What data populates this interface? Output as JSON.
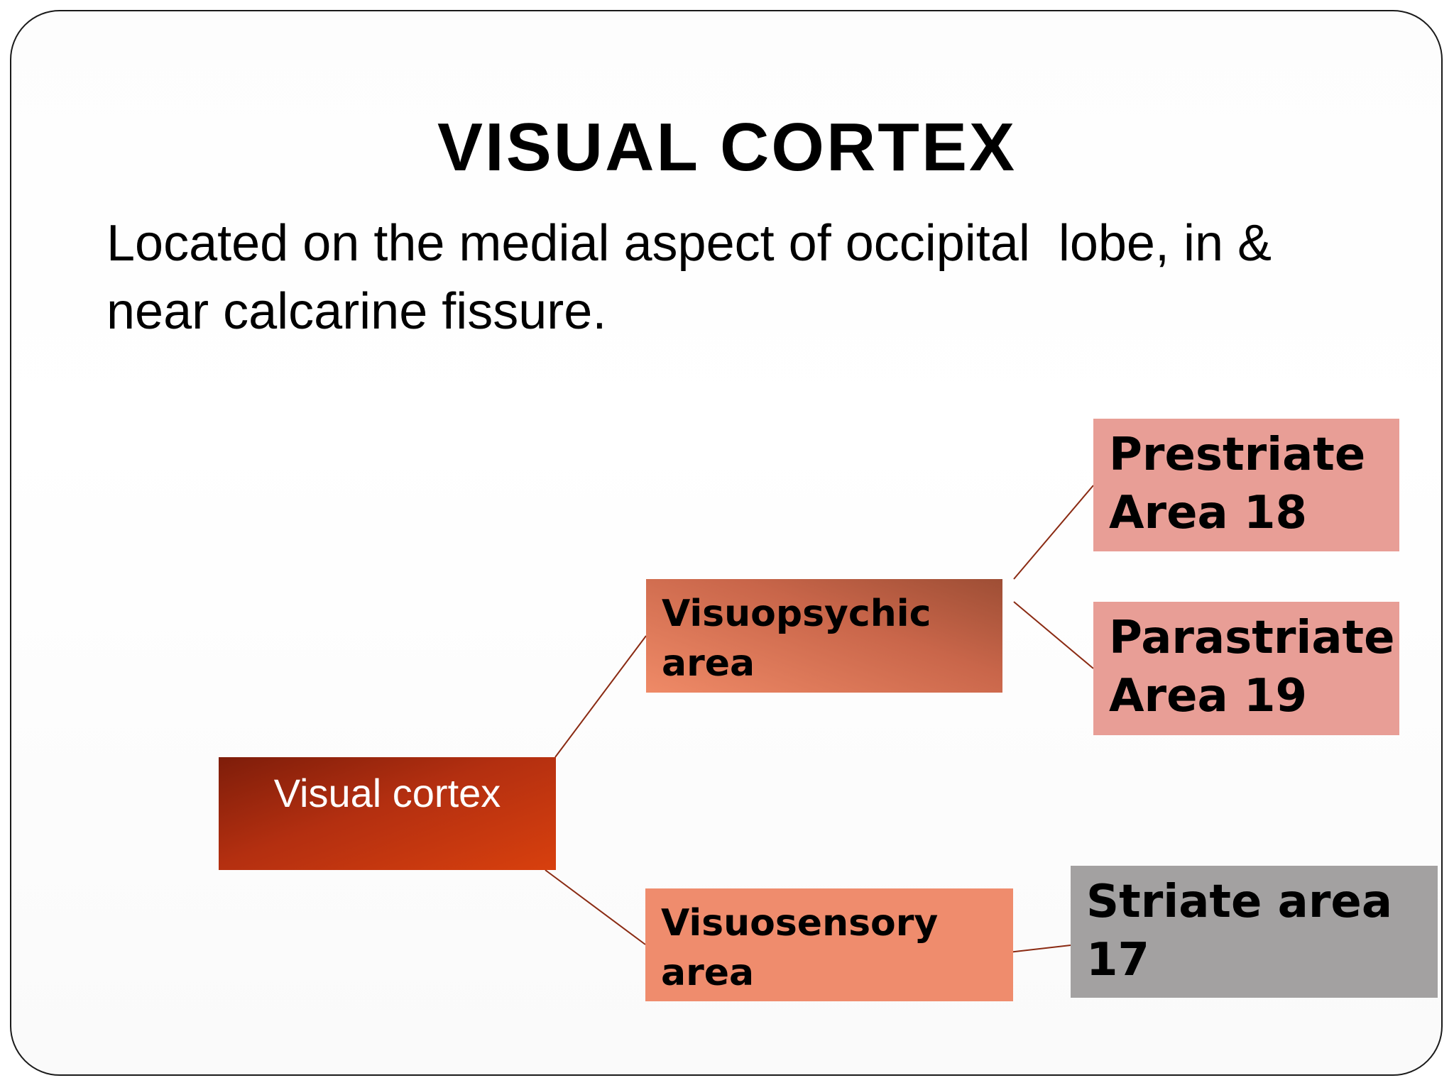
{
  "title": "VISUAL CORTEX",
  "subtitle": "Located on the medial aspect of occipital  lobe, in &\nnear calcarine fissure.",
  "diagram": {
    "root": "Visual cortex",
    "visuopsychic": {
      "line1": "Visuopsychic",
      "line2": "area"
    },
    "visuosensory": {
      "line1": "Visuosensory",
      "line2": "area"
    },
    "prestriate": {
      "line1": "Prestriate",
      "line2": "Area 18"
    },
    "parastriate": {
      "line1": "Parastriate",
      "line2": "Area 19"
    },
    "striate": {
      "line1": "Striate area",
      "line2": "17"
    }
  },
  "colors": {
    "root_box": "#b32f10",
    "visuopsychic_box": "#c9664a",
    "visuosensory_box": "#ef8c6d",
    "area_18_19_boxes": "#e89e96",
    "striate_box": "#a3a1a1",
    "connector": "#8a2a12"
  }
}
